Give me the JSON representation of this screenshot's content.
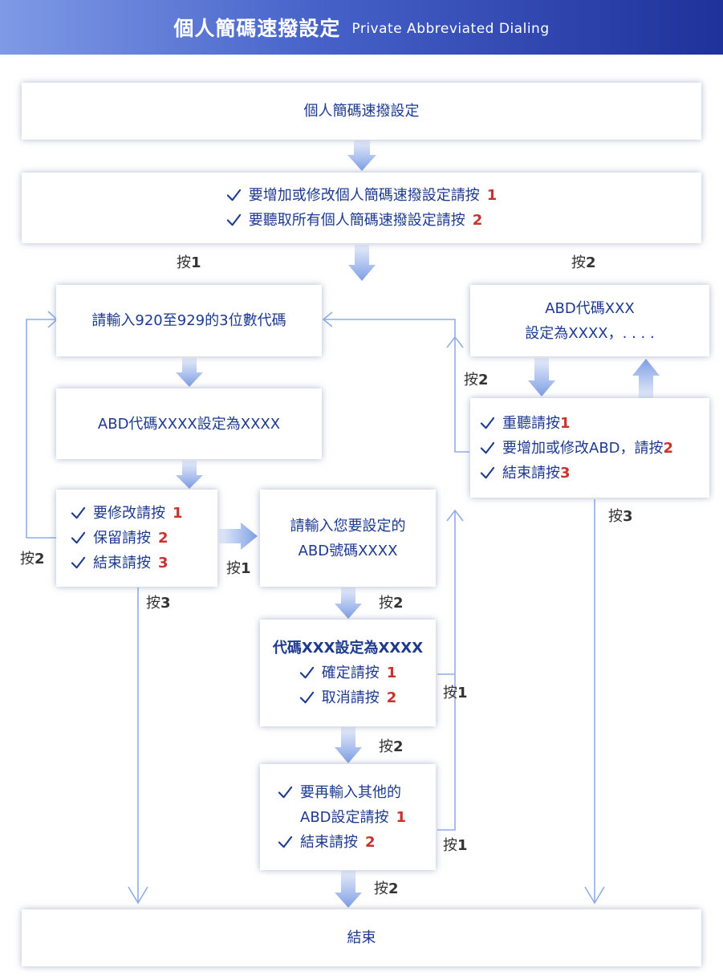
{
  "header": {
    "title_zh": "個人簡碼速撥設定",
    "title_en": "Private Abbreviated Dialing"
  },
  "nodes": {
    "start": "個人簡碼速撥設定",
    "menu": [
      {
        "text": "要增加或修改個人簡碼速撥設定請按",
        "key": "1"
      },
      {
        "text": "要聽取所有個人簡碼速撥設定請按",
        "key": "2"
      }
    ],
    "enter_code": "請輸入920至929的3位數代碼",
    "code_set": "ABD代碼XXXX設定為XXXX",
    "modify_menu": [
      {
        "text": "要修改請按",
        "key": "1"
      },
      {
        "text": "保留請按",
        "key": "2"
      },
      {
        "text": "結束請按",
        "key": "3"
      }
    ],
    "enter_number": [
      "請輸入您要設定的",
      "ABD號碼XXXX"
    ],
    "confirm": {
      "title": "代碼XXX設定為XXXX",
      "options": [
        {
          "text": "確定請按",
          "key": "1"
        },
        {
          "text": "取消請按",
          "key": "2"
        }
      ]
    },
    "again": {
      "line1": "要再輸入其他的",
      "line2": "ABD設定請按",
      "line2_key": "1",
      "line3": "結束請按",
      "line3_key": "2"
    },
    "listing": [
      "ABD代碼XXX",
      "設定為XXXX，. . . ."
    ],
    "listen_menu": [
      {
        "text": "重聽請按",
        "key": "1"
      },
      {
        "text": "要增加或修改ABD，請按",
        "key": "2"
      },
      {
        "text": "結束請按",
        "key": "3"
      }
    ],
    "end": "結束"
  },
  "edge_labels": {
    "press1_left": {
      "prefix": "按",
      "key": "1"
    },
    "press2_right": {
      "prefix": "按",
      "key": "2"
    },
    "press2_listing": {
      "prefix": "按",
      "key": "2"
    },
    "press3_right": {
      "prefix": "按",
      "key": "3"
    },
    "press2_loop": {
      "prefix": "按",
      "key": "2"
    },
    "press1_modify": {
      "prefix": "按",
      "key": "1"
    },
    "press3_left": {
      "prefix": "按",
      "key": "3"
    },
    "press2_number": {
      "prefix": "按",
      "key": "2"
    },
    "press1_confirm": {
      "prefix": "按",
      "key": "1"
    },
    "press2_confirm": {
      "prefix": "按",
      "key": "2"
    },
    "press1_again": {
      "prefix": "按",
      "key": "1"
    },
    "press2_again": {
      "prefix": "按",
      "key": "2"
    }
  },
  "colors": {
    "header_gradient": [
      "#7f9ae6",
      "#4561c8",
      "#1f319a"
    ],
    "text": "#1d3a8f",
    "key_number": "#c8322f",
    "arrow": "#8faee6",
    "label": "#333333"
  }
}
